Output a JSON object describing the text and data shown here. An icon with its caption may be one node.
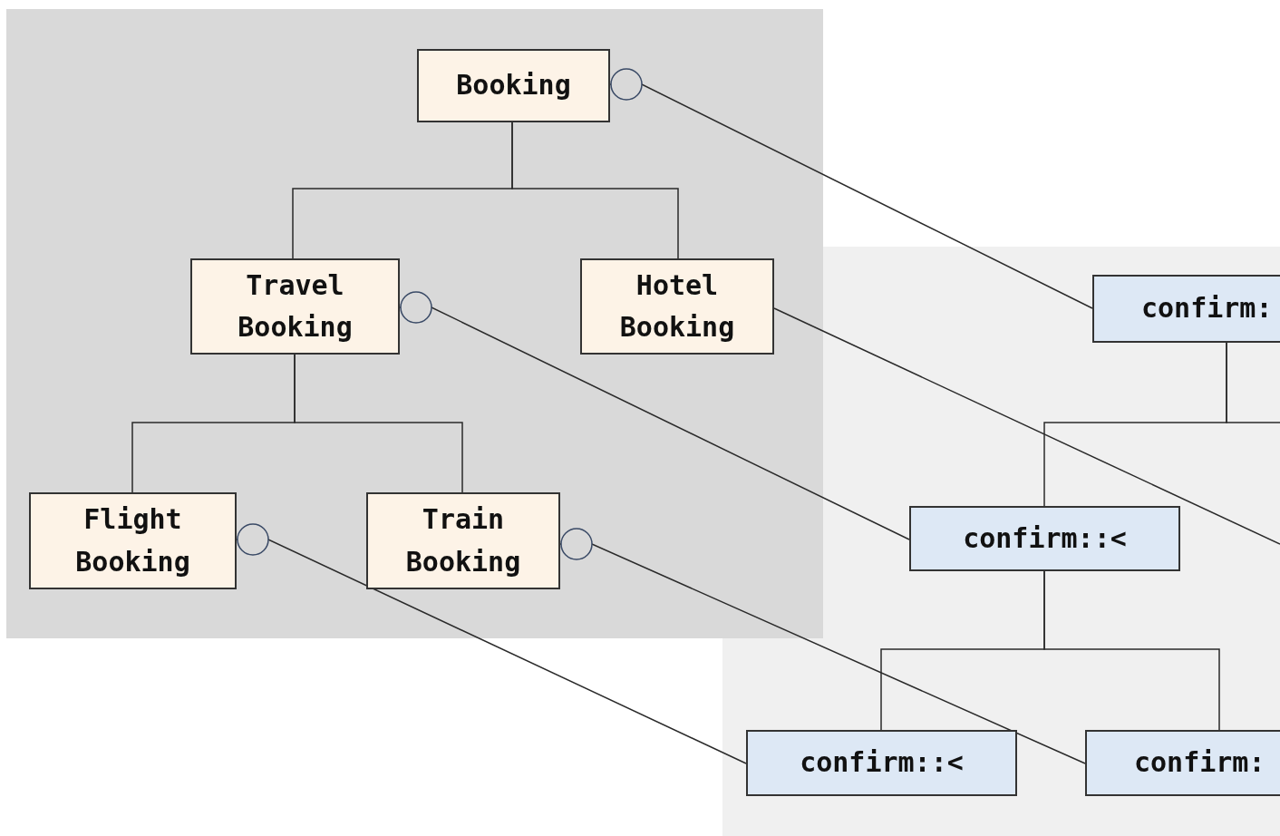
{
  "diagram": {
    "nodes": [
      {
        "text": [
          "Booking"
        ]
      },
      {
        "text": [
          "Travel Booking"
        ]
      },
      {
        "text": [
          "Hotel Booking"
        ]
      },
      {
        "text": [
          "Flight Booking"
        ]
      },
      {
        "text": [
          "Train Booking"
        ]
      },
      {
        "text": [
          "confirm:"
        ]
      },
      {
        "text": [
          "confirm::<"
        ]
      },
      {
        "text": [
          "confirm::<"
        ]
      },
      {
        "text": [
          "confirm:"
        ]
      }
    ],
    "edges": [
      {
        "from": 0,
        "to": 1,
        "arrow": "none"
      },
      {
        "from": 0,
        "to": 2,
        "arrow": "none"
      },
      {
        "from": 1,
        "to": 3,
        "arrow": "none"
      },
      {
        "from": 1,
        "to": 4,
        "arrow": "none"
      },
      {
        "from": 5,
        "to": 6,
        "arrow": "none"
      },
      {
        "from": 5,
        "to": null,
        "arrow": "none"
      },
      {
        "from": 6,
        "to": 7,
        "arrow": "none"
      },
      {
        "from": 6,
        "to": 8,
        "arrow": "none"
      },
      {
        "from": 0,
        "to": 5,
        "arrow": "other"
      },
      {
        "from": 1,
        "to": 6,
        "arrow": "other"
      },
      {
        "from": 3,
        "to": 7,
        "arrow": "other"
      },
      {
        "from": 4,
        "to": 8,
        "arrow": "other"
      },
      {
        "from": 2,
        "to": null,
        "arrow": "none"
      }
    ]
  }
}
